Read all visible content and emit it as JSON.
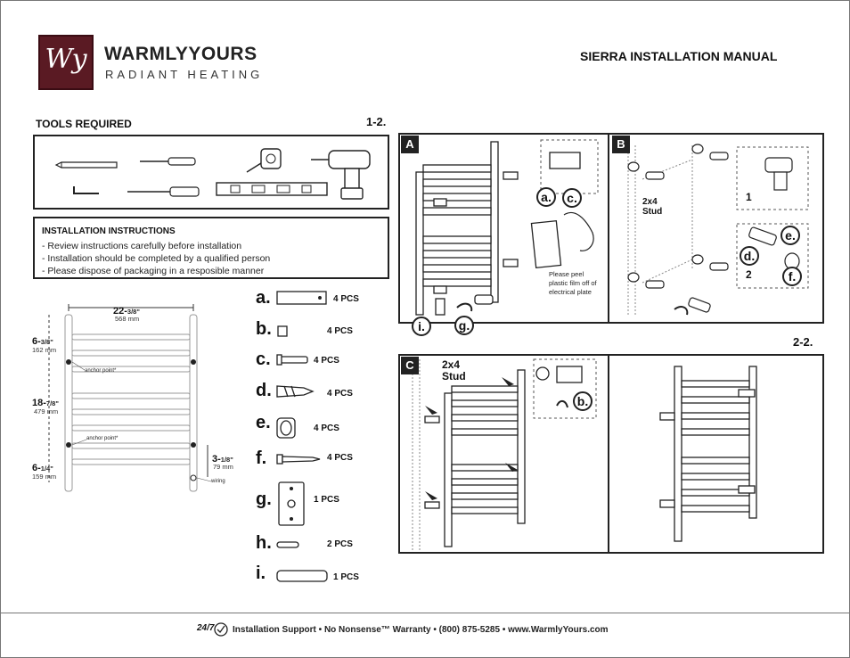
{
  "brand": {
    "name": "WARMLYYOURS",
    "tagline": "RADIANT HEATING",
    "monogram": "Wy"
  },
  "manual_title": "SIERRA INSTALLATION MANUAL",
  "tools_heading": "TOOLS REQUIRED",
  "step_1": "1-2.",
  "step_2": "2-2.",
  "instructions": {
    "title": "INSTALLATION INSTRUCTIONS",
    "lines": [
      "- Review instructions carefully before installation",
      "- Installation should be completed by a qualified person",
      "- Please dispose of packaging in a resposible manner"
    ]
  },
  "dimensions": {
    "width": {
      "in_whole": "22-",
      "in_frac": "3/8\"",
      "mm": "568 mm"
    },
    "top": {
      "in_whole": "6-",
      "in_frac": "3/8\"",
      "mm": "162 mm"
    },
    "middle": {
      "in_whole": "18-",
      "in_frac": "7/8\"",
      "mm": "479 mm"
    },
    "bottom": {
      "in_whole": "6-",
      "in_frac": "1/4\"",
      "mm": "159 mm"
    },
    "right": {
      "in_whole": "3-",
      "in_frac": "1/8\"",
      "mm": "79 mm"
    },
    "anchor_1": "anchor point*",
    "anchor_2": "anchor point*",
    "wiring": "wiring"
  },
  "parts": [
    {
      "label": "a.",
      "qty": "4 PCS"
    },
    {
      "label": "b.",
      "qty": "4 PCS"
    },
    {
      "label": "c.",
      "qty": "4 PCS"
    },
    {
      "label": "d.",
      "qty": "4 PCS"
    },
    {
      "label": "e.",
      "qty": "4 PCS"
    },
    {
      "label": "f.",
      "qty": "4 PCS"
    },
    {
      "label": "g.",
      "qty": "1 PCS"
    },
    {
      "label": "h.",
      "qty": "2 PCS"
    },
    {
      "label": "i.",
      "qty": "1 PCS"
    }
  ],
  "panel_a": {
    "tag": "A",
    "callout_a": "a.",
    "callout_c": "c.",
    "callout_i": "i.",
    "callout_g": "g.",
    "note": [
      "Please peel",
      "plastic film off of",
      "electrical plate"
    ]
  },
  "panel_b": {
    "tag": "B",
    "stud_1": "2x4",
    "stud_2": "Stud",
    "num_1": "1",
    "num_2": "2",
    "callout_e": "e.",
    "callout_d": "d.",
    "callout_f": "f."
  },
  "panel_c": {
    "tag": "C",
    "stud_1": "2x4",
    "stud_2": "Stud",
    "callout_b": "b."
  },
  "footer": {
    "badge": "24/7",
    "text": "Installation Support  • No Nonsense™ Warranty •  (800) 875-5285 • www.WarmlyYours.com"
  }
}
